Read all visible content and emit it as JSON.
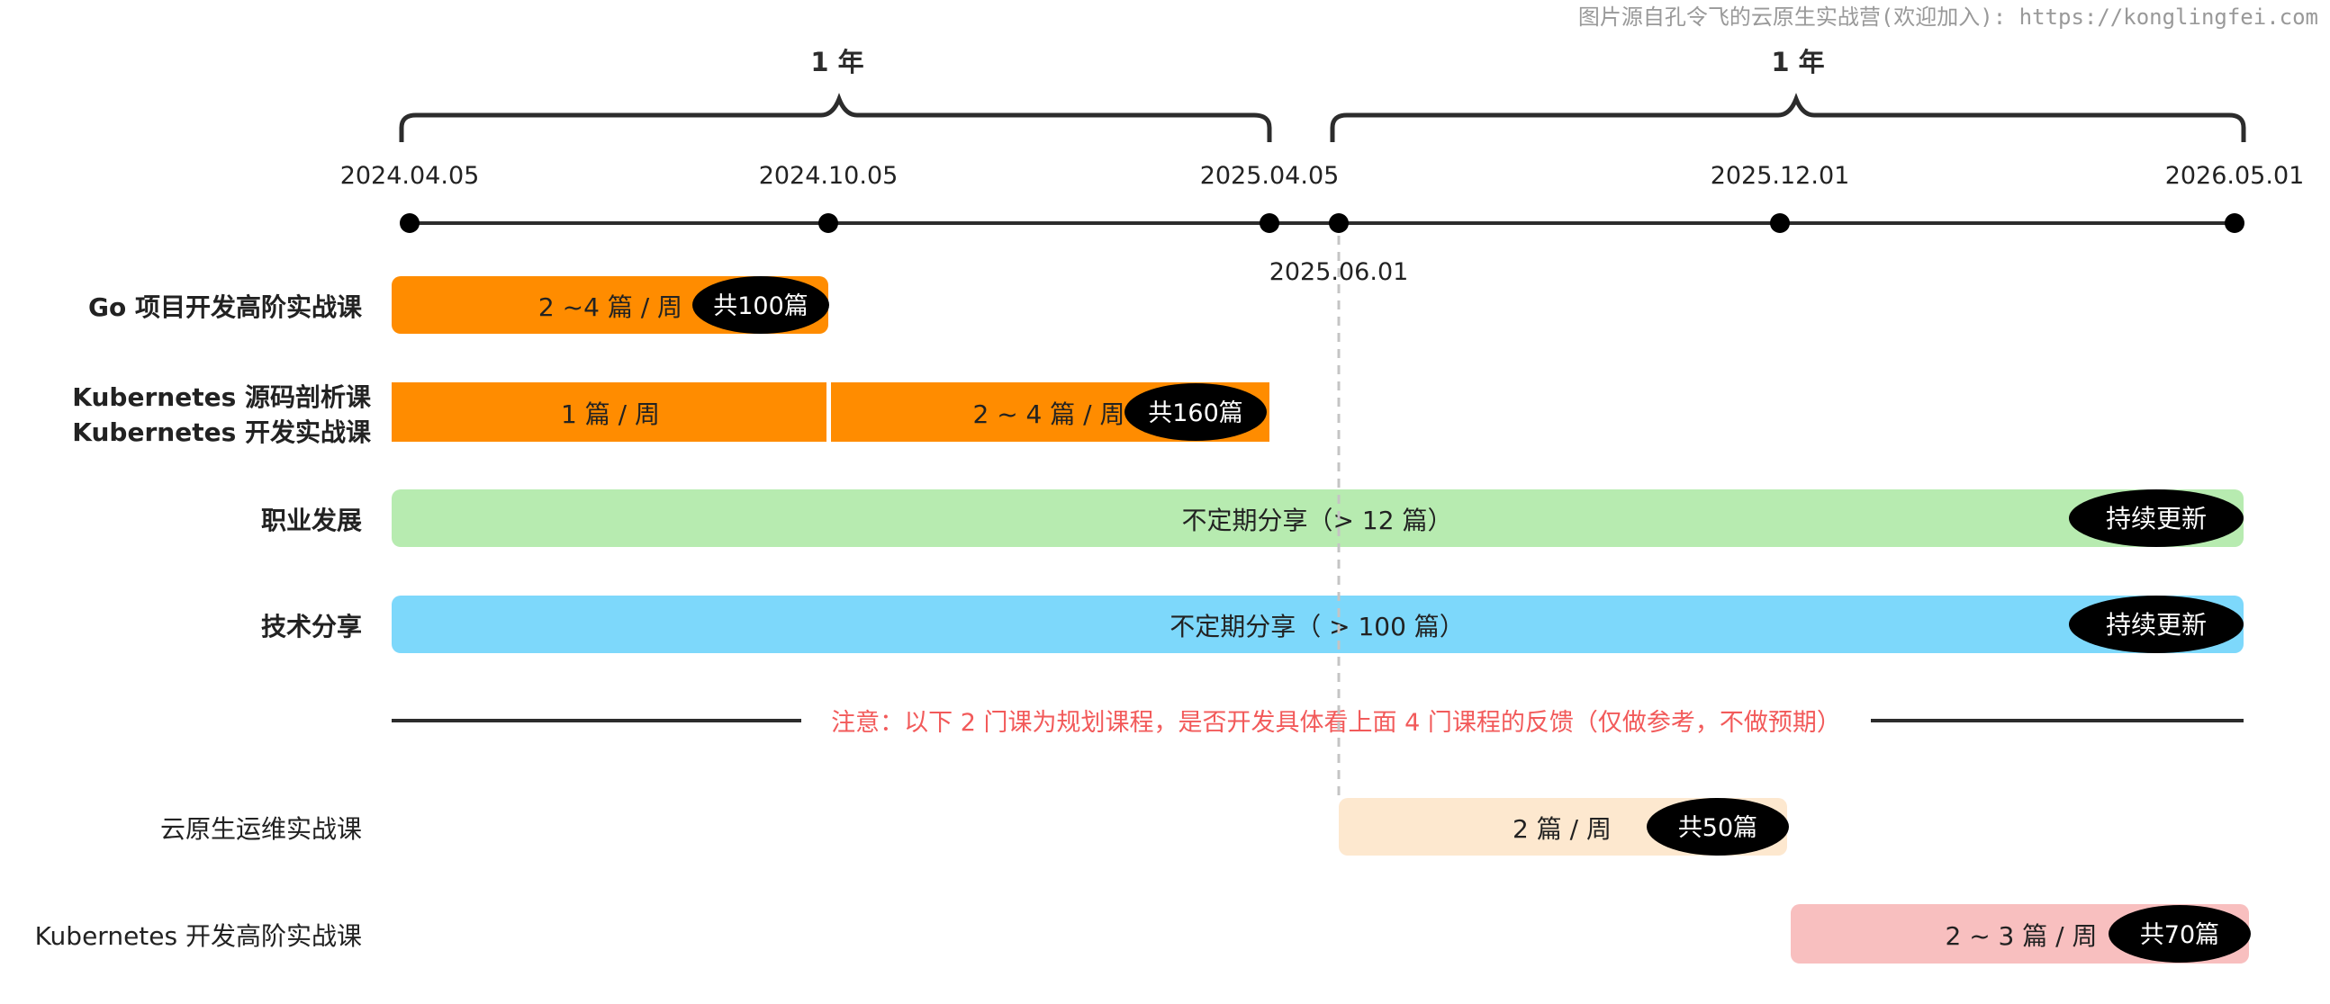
{
  "watermark": "图片源自孔令飞的云原生实战营(欢迎加入): https://konglingfei.com",
  "brackets": [
    {
      "label": "1 年"
    },
    {
      "label": "1 年"
    }
  ],
  "timeline": {
    "top_dates": [
      "2024.04.05",
      "2024.10.05",
      "2025.04.05",
      "2025.12.01",
      "2026.05.01"
    ],
    "marker_date": "2025.06.01"
  },
  "courses": [
    {
      "label": "Go 项目开发高阶实战课",
      "bold": true
    },
    {
      "label_lines": [
        "Kubernetes 源码剖析课",
        "Kubernetes 开发实战课"
      ],
      "bold": true
    },
    {
      "label": "职业发展",
      "bold": true
    },
    {
      "label": "技术分享",
      "bold": true
    },
    {
      "label": "云原生运维实战课",
      "bold": false
    },
    {
      "label": "Kubernetes 开发高阶实战课",
      "bold": false
    }
  ],
  "bars": {
    "go": {
      "text": "2 ~4 篇 / 周",
      "badge": "共100篇",
      "color": "#ff8c00"
    },
    "k8s_a": {
      "text": "1 篇 / 周",
      "color": "#ff8c00"
    },
    "k8s_b": {
      "text": "2 ~ 4 篇 / 周",
      "badge": "共160篇",
      "color": "#ff8c00"
    },
    "career": {
      "text": "不定期分享（> 12 篇）",
      "badge": "持续更新",
      "color": "#b7ebb0"
    },
    "tech": {
      "text": "不定期分享（ > 100 篇）",
      "badge": "持续更新",
      "color": "#7dd8fb"
    },
    "ops": {
      "text": "2 篇 / 周",
      "badge": "共50篇",
      "color": "#fde8cf"
    },
    "k8s_adv": {
      "text": "2 ~ 3 篇 / 周",
      "badge": "共70篇",
      "color": "#f8bfbf"
    }
  },
  "note": "注意：以下 2 门课为规划课程，是否开发具体看上面 4 门课程的反馈（仅做参考，不做预期）",
  "colors": {
    "note": "#f25a5a",
    "line": "#2c2c2c",
    "badge": "#000000"
  }
}
